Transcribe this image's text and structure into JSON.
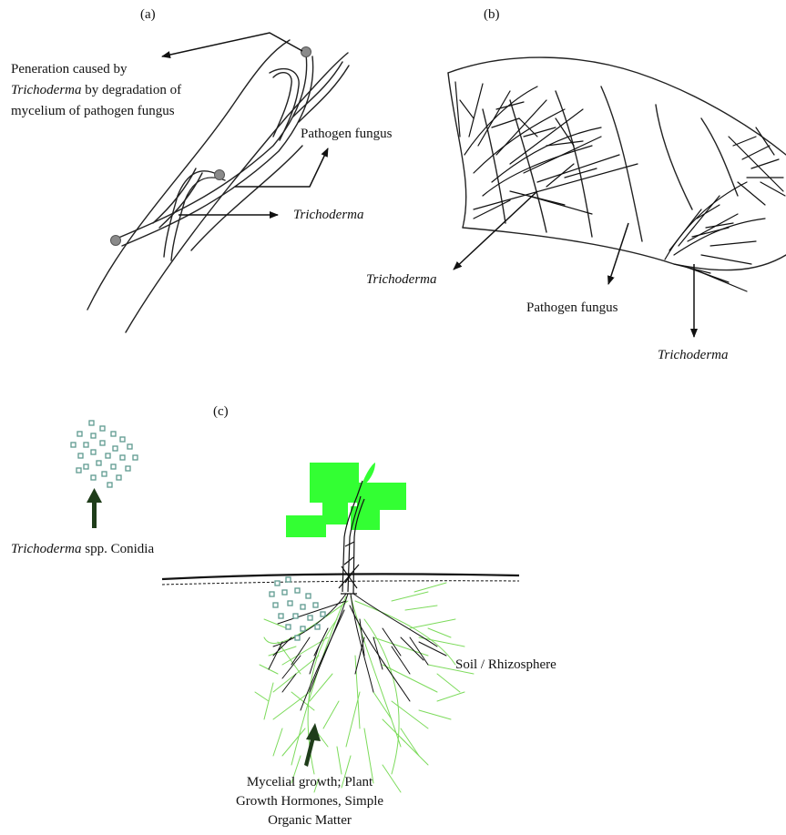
{
  "panels": {
    "a": {
      "label": "(a)",
      "penetration_line1": "Peneration caused by",
      "penetration_line2_italic": "Trichoderma",
      "penetration_line2_rest": " by degradation of",
      "penetration_line3": "mycelium of pathogen fungus",
      "pathogen_label": "Pathogen fungus",
      "trichoderma_label": "Trichoderma"
    },
    "b": {
      "label": "(b)",
      "trichoderma_left_label": "Trichoderma",
      "pathogen_label": "Pathogen fungus",
      "trichoderma_right_label": "Trichoderma"
    },
    "c": {
      "label": "(c)",
      "conidia_label_italic": "Trichoderma",
      "conidia_label_rest": " spp. Conidia",
      "soil_label": "Soil / Rhizosphere",
      "growth_line1": "Mycelial growth; Plant",
      "growth_line2": "Growth Hormones, Simple",
      "growth_line3": "Organic Matter"
    }
  },
  "colors": {
    "ink": "#111111",
    "leaf_green": "#33ff33",
    "mycelium_green": "#7ddb5c",
    "conidia_teal": "#5f9a90",
    "arrow_dark_green": "#1f3d1a",
    "spot_grey": "#8a8a8a"
  }
}
